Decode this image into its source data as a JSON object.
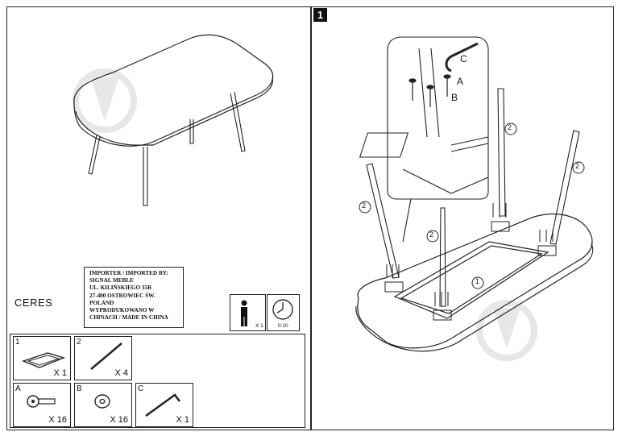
{
  "step": {
    "number": "1"
  },
  "product": {
    "name": "CERES"
  },
  "importer": {
    "lines": [
      "IMPORTER / IMPORTED BY:",
      "SIGNAL MEBLE",
      "UL. KILIŃSKIEGO 35B",
      "27-400 OSTROWIEC ŚW.",
      "POLAND",
      "WYPRODUKOWANO W",
      "CHINACH / MADE IN CHINA"
    ]
  },
  "assembly_info": {
    "people": "X 1",
    "time": "0:10"
  },
  "parts": [
    {
      "id": "1",
      "qty": "X 1",
      "icon": "table-top-icon"
    },
    {
      "id": "2",
      "qty": "X 4",
      "icon": "table-leg-icon"
    },
    {
      "id": "A",
      "qty": "X 16",
      "icon": "bolt-icon"
    },
    {
      "id": "B",
      "qty": "X 16",
      "icon": "washer-icon"
    },
    {
      "id": "C",
      "qty": "X 1",
      "icon": "allen-key-icon"
    }
  ],
  "callouts": {
    "top": "1",
    "leg": "2",
    "bolt": "A",
    "washer": "B",
    "key": "C"
  },
  "colors": {
    "line": "#222222",
    "watermark": "#d9d9d9"
  }
}
